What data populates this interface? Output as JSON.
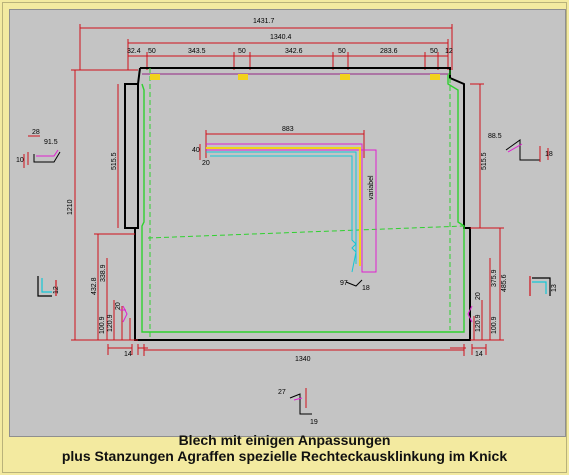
{
  "caption": {
    "line1": "Blech mit einigen Anpassungen",
    "line2": "plus Stanzungen Agraffen spezielle Rechteckausklinkung im Knick"
  },
  "dimensions": {
    "overall_width": "1431.7",
    "inner_width": "1340.4",
    "top_segments": [
      "32.4",
      "50",
      "343.5",
      "50",
      "342.6",
      "50",
      "283.6",
      "50",
      "12"
    ],
    "height": "1210",
    "bottom_width": "1340",
    "offset_left": "14",
    "offset_right": "14",
    "center_label": "883",
    "center_small": "40",
    "center_small2": "20",
    "left_vert_top": "515.5",
    "right_vert_top": "515.5",
    "left_vert_a": "432.8",
    "left_vert_b": "338.9",
    "left_vert_c": "20",
    "left_vert_d": "120.9",
    "left_vert_e": "100.9",
    "right_vert_a": "485.6",
    "right_vert_b": "375.9",
    "right_vert_c": "20",
    "right_vert_d": "120.9",
    "right_vert_e": "100.9",
    "hook_angle": "97",
    "hook_len": "18",
    "vertical_text": "variabel",
    "left_detail_a": "28",
    "left_detail_b": "91.5",
    "left_detail_c": "10",
    "right_detail_a": "88.5",
    "right_detail_b": "18",
    "left_mid_detail": "12",
    "right_mid_detail": "13",
    "bottom_detail_a": "27",
    "bottom_detail_b": "19"
  },
  "colors": {
    "background": "#f3eaa0",
    "canvas": "#c4c4c4",
    "dimension_line": "#d0101a",
    "outline": "#000000",
    "inner_green": "#2fd12f",
    "magenta": "#e01fd0",
    "cyan": "#15c7d6",
    "yellow": "#f2d21a"
  }
}
